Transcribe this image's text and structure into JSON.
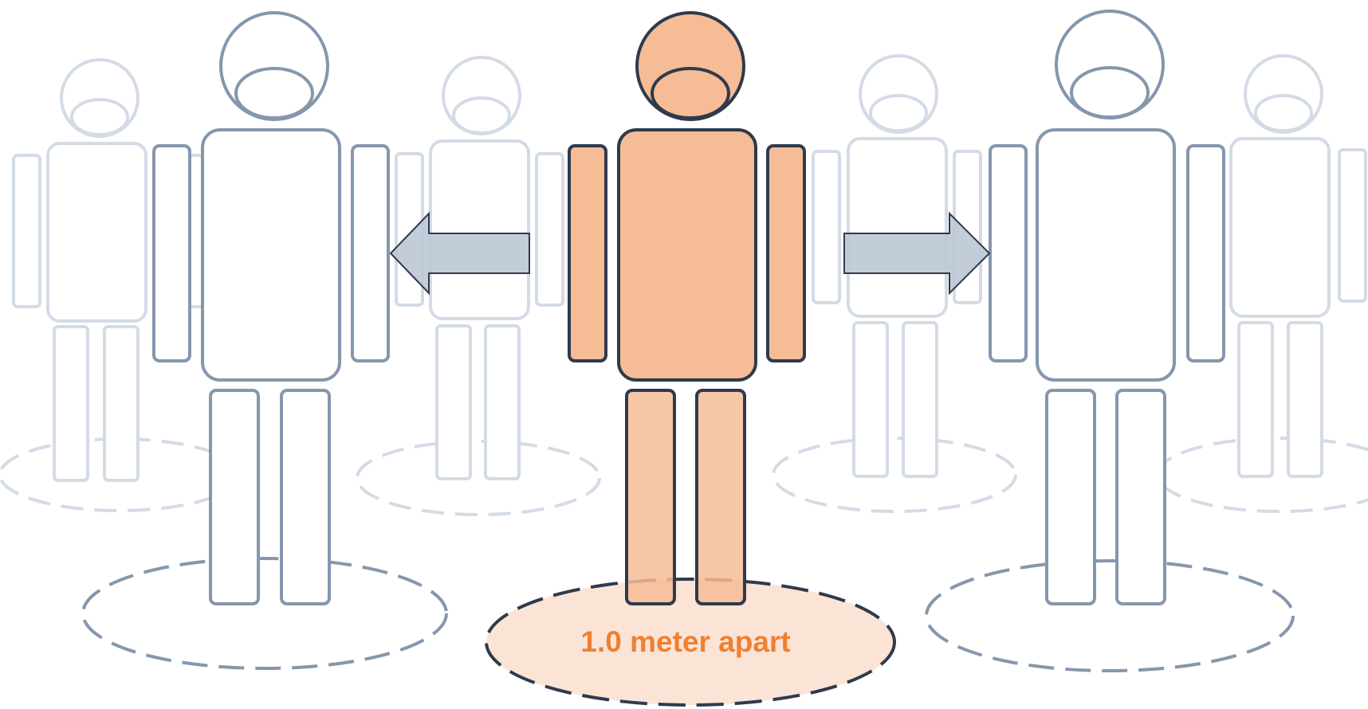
{
  "caption": "1.0 meter apart",
  "colors": {
    "accent_fill": "#f5bc96",
    "accent_stroke": "#2f3a4c",
    "accent_text": "#ee8033",
    "accent_ring_fill": "#fbe4d6",
    "near_stroke": "#8597ad",
    "far_stroke": "#d3dbe6",
    "arrow_fill": "#bcc8d6",
    "arrow_stroke": "#2f3a4c"
  },
  "figures": [
    {
      "role": "far",
      "name": "person-far-left"
    },
    {
      "role": "far",
      "name": "person-far-center-left"
    },
    {
      "role": "far",
      "name": "person-far-center-right"
    },
    {
      "role": "far",
      "name": "person-far-right"
    },
    {
      "role": "near",
      "name": "person-near-left"
    },
    {
      "role": "near",
      "name": "person-near-right"
    },
    {
      "role": "highlight",
      "name": "person-highlighted"
    }
  ],
  "arrows": [
    {
      "direction": "left",
      "name": "arrow-left-icon"
    },
    {
      "direction": "right",
      "name": "arrow-right-icon"
    }
  ]
}
